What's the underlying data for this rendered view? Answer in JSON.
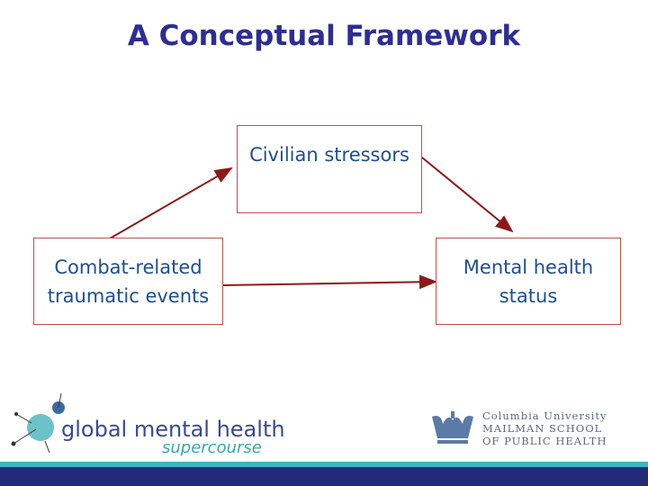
{
  "title": "A Conceptual Framework",
  "boxes": {
    "civilian": "Civilian stressors",
    "combat_line1": "Combat-related",
    "combat_line2": "traumatic events",
    "mental_line1": "Mental health",
    "mental_line2": "status"
  },
  "logos": {
    "gmh_line1": "global mental health",
    "gmh_line2": "supercourse",
    "columbia_line1": "Columbia University",
    "columbia_line2": "MAILMAN SCHOOL",
    "columbia_line3": "OF PUBLIC HEALTH"
  },
  "colors": {
    "title": "#2e2e90",
    "box_border": "#c0504d",
    "arrow": "#8b1a1a",
    "teal": "#3cb4bc",
    "navy": "#222b7a"
  }
}
